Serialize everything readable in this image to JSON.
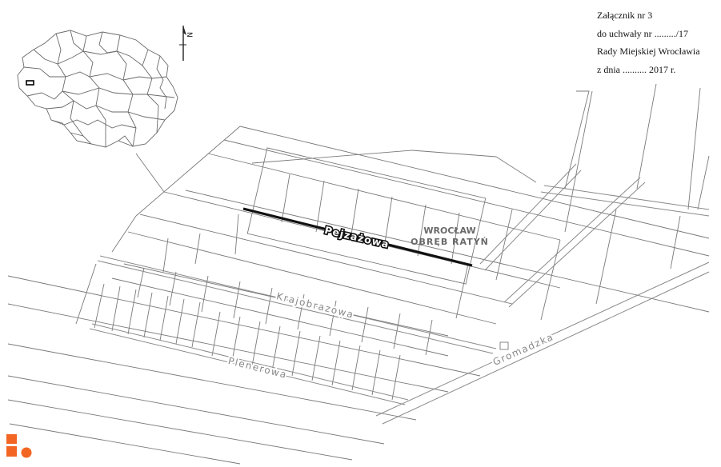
{
  "header": {
    "line1": "Załącznik nr 3",
    "line2": "do uchwały nr ........./17",
    "line3": "Rady Miejskiej Wrocławia",
    "line4": "z dnia .......... 2017 r."
  },
  "map": {
    "area_label_line1": "WROCŁAW",
    "area_label_line2": "OBRĘB RATYŃ",
    "highlighted_street": "Pejzażowa",
    "streets": [
      "Krajobrazowa",
      "Plenerowa",
      "Gromadzka"
    ],
    "north_arrow": "N",
    "highlight_color": "#111111",
    "logo_color": "#f26522"
  }
}
